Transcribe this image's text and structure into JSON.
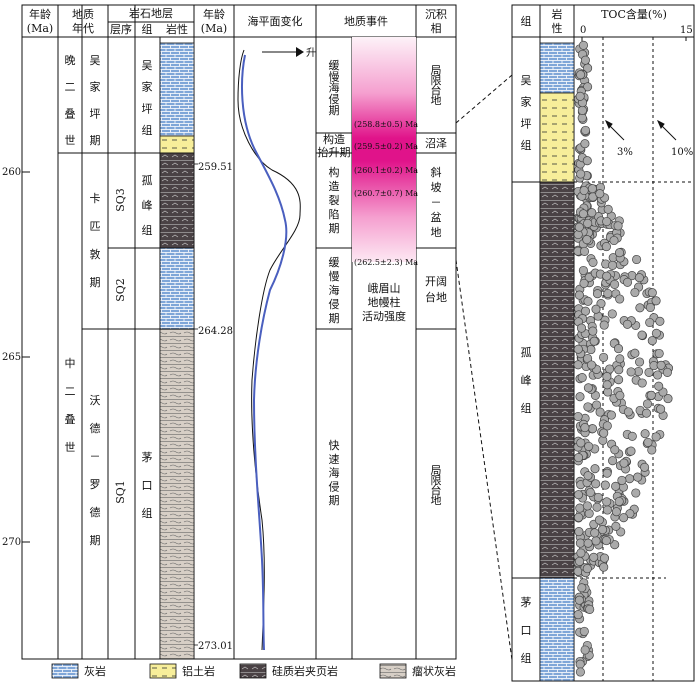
{
  "header": {
    "age": [
      "年龄",
      "(Ma)"
    ],
    "era": [
      "地质",
      "年代"
    ],
    "strat_group": "岩石地层",
    "seq": "层序",
    "formation": "组",
    "litho": "岩性",
    "age2": [
      "年龄",
      "(Ma)"
    ],
    "sea_level": "海平面变化",
    "events": "地质事件",
    "facies": [
      "沉积",
      "相"
    ]
  },
  "age_ticks": [
    "260",
    "265",
    "270"
  ],
  "epochs": {
    "late": "晚二叠世",
    "mid": "中二叠世"
  },
  "stages": {
    "wuji": "吴家坪期",
    "kapi": "卡匹敦期",
    "wode": "沃德－罗德期"
  },
  "sequences": [
    "SQ3",
    "SQ2",
    "SQ1"
  ],
  "formations": {
    "wjp": "吴家坪组",
    "gf": "孤峰组",
    "mk": "茅口组"
  },
  "boundary_ages": [
    "259.51",
    "264.28",
    "273.01"
  ],
  "sea_level_label": "升",
  "events": {
    "e1": "缓慢海侵期",
    "e2": [
      "构造",
      "抬升期"
    ],
    "e3": "构造裂陷期",
    "e4": "缓慢海侵期",
    "e5": "快速海侵期"
  },
  "ages_ma": [
    "(258.8±0.5) Ma",
    "(259.5±0.2) Ma",
    "(260.1±0.2) Ma",
    "(260.7±0.7) Ma",
    "(262.5±2.3) Ma"
  ],
  "emeishan": [
    "峨眉山",
    "地幔柱",
    "活动强度"
  ],
  "facies": {
    "f1": "局限台地",
    "f2": "沼泽",
    "f3": "斜坡－盆地",
    "f4": "开阔台地",
    "f5": "局限台地"
  },
  "legend": [
    "灰岩",
    "铝土岩",
    "硅质岩夹页岩",
    "瘤状灰岩"
  ],
  "right_panel": {
    "col_formation": "组",
    "col_litho": [
      "岩",
      "性"
    ],
    "toc_title": "TOC含量(%)",
    "toc_min": "0",
    "toc_max": "15",
    "label_3": "3%",
    "label_10": "10%",
    "formations": [
      "吴家坪组",
      "孤峰组",
      "茅口组"
    ]
  },
  "colors": {
    "limestone": "#7fa6d8",
    "bauxite": "#f7ee9a",
    "siliceous": "#4a4245",
    "nodular": "#d7cfc6",
    "curve_blue": "#4a5fbf",
    "pink_dark": "#e0138a",
    "pink_light": "#fde8f3",
    "dot": "#aaaaaa"
  }
}
